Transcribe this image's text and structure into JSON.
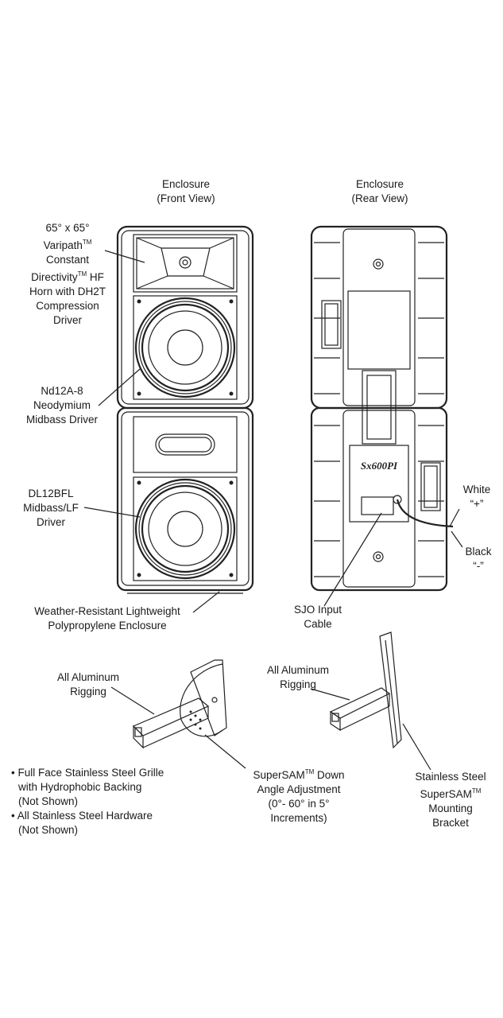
{
  "front_view": {
    "line1": "Enclosure",
    "line2": "(Front View)"
  },
  "rear_view": {
    "line1": "Enclosure",
    "line2": "(Rear View)"
  },
  "horn": {
    "line1": "65° x 65°",
    "line2a": "Varipath",
    "line2tm": "TM",
    "line3": "Constant",
    "line4a": "Directivity",
    "line4tm": "TM",
    "line4b": " HF",
    "line5": "Horn with DH2T",
    "line6": "Compression",
    "line7": "Driver"
  },
  "midbass": {
    "line1": "Nd12A-8",
    "line2": "Neodymium",
    "line3": "Midbass Driver"
  },
  "lf": {
    "line1": "DL12BFL",
    "line2": "Midbass/LF",
    "line3": "Driver"
  },
  "enclosure": {
    "line1": "Weather-Resistant Lightweight",
    "line2": "Polypropylene Enclosure"
  },
  "sjo": {
    "line1": "SJO Input",
    "line2": "Cable"
  },
  "white": {
    "line1": "White",
    "line2": "“+”"
  },
  "black": {
    "line1": "Black",
    "line2": "“-”"
  },
  "rigging_left": {
    "line1": "All Aluminum",
    "line2": "Rigging"
  },
  "rigging_right": {
    "line1": "All Aluminum",
    "line2": "Rigging"
  },
  "features": [
    {
      "line1": "• Full Face Stainless Steel Grille",
      "line2": "with Hydrophobic Backing",
      "line3": "(Not Shown)"
    },
    {
      "line1": "• All Stainless Steel Hardware",
      "line2": "(Not Shown)"
    }
  ],
  "supersam": {
    "line1a": "SuperSAM",
    "line1tm": "TM",
    "line1b": " Down",
    "line2": "Angle Adjustment",
    "line3": "(0°- 60° in 5°",
    "line4": "Increments)"
  },
  "bracket": {
    "line1": "Stainless Steel",
    "line2a": "SuperSAM",
    "line2tm": "TM",
    "line3": "Mounting",
    "line4": "Bracket"
  },
  "rear_logo": "Sx600PI"
}
